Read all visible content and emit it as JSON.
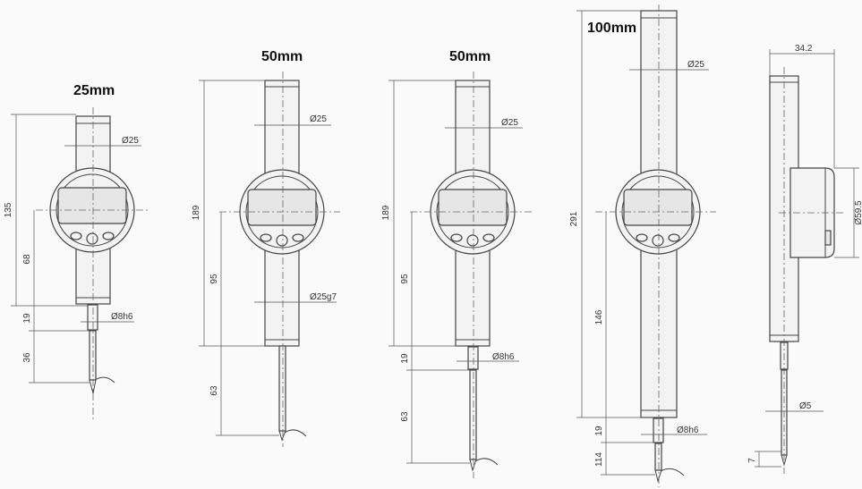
{
  "gauges": [
    {
      "title": "25mm",
      "d_body": "Ø25",
      "d_stem": "Ø8h6",
      "h_total": "135",
      "h_center": "68",
      "h_stem": "19",
      "h_tip": "36"
    },
    {
      "title": "50mm",
      "d_body": "Ø25",
      "d_lower": "Ø25g7",
      "h_total": "189",
      "h_center": "95",
      "h_tip": "63"
    },
    {
      "title": "50mm",
      "d_body": "Ø25",
      "d_stem": "Ø8h6",
      "h_total": "189",
      "h_center": "95",
      "h_stem": "19",
      "h_tip": "63"
    },
    {
      "title": "100mm",
      "d_body": "Ø25",
      "d_stem": "Ø8h6",
      "h_total": "291",
      "h_center": "146",
      "h_stem": "19",
      "h_tip": "114"
    }
  ],
  "side_view": {
    "depth": "34.2",
    "d_dial": "Ø59.5",
    "d_tip": "Ø5",
    "h_tip": "7"
  }
}
